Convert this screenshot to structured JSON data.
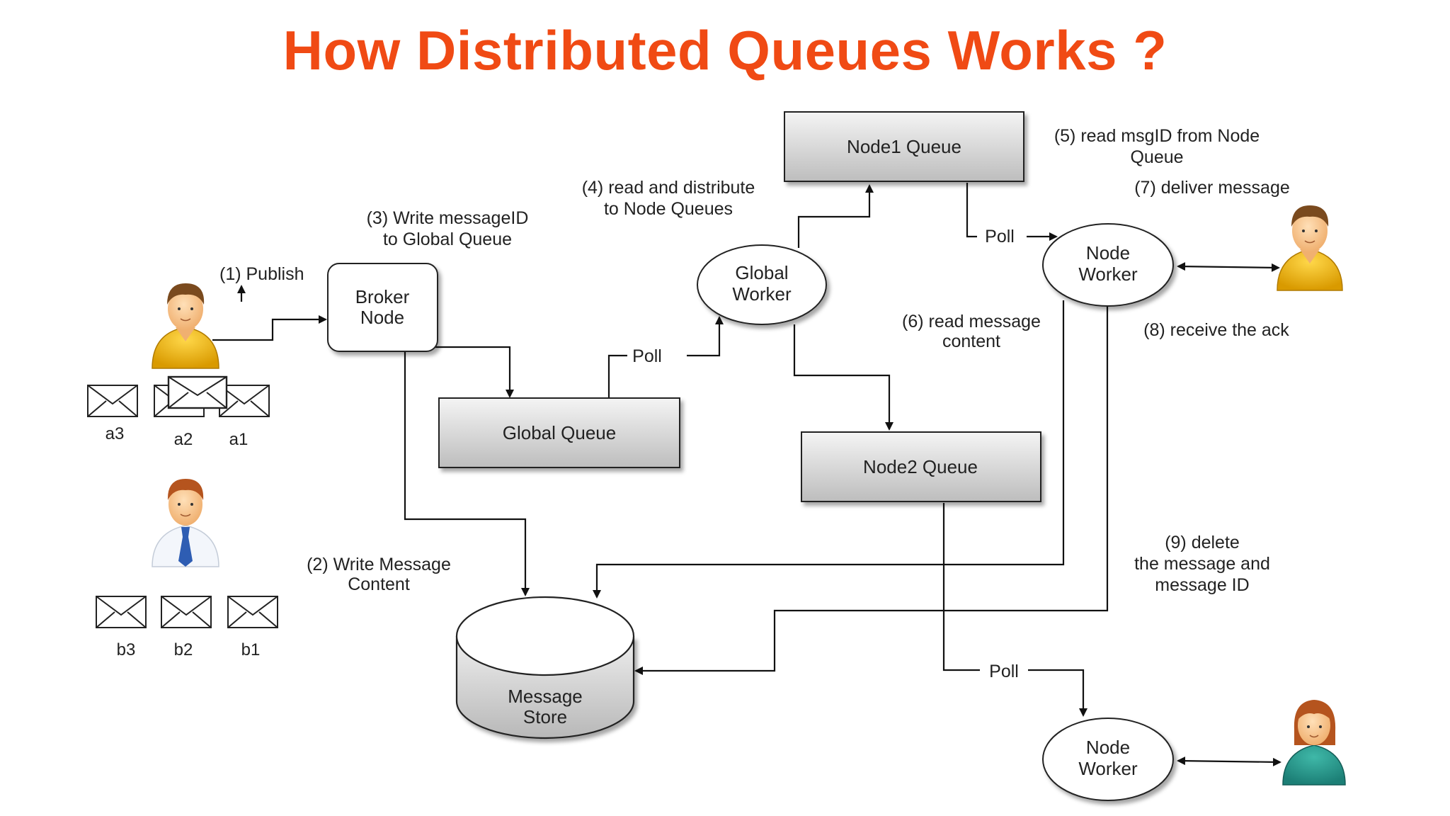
{
  "title": "How Distributed Queues Works ?",
  "nodes": {
    "broker": [
      "Broker",
      "Node"
    ],
    "global_queue": "Global Queue",
    "global_worker": [
      "Global",
      "Worker"
    ],
    "node1_queue": "Node1 Queue",
    "node2_queue": "Node2 Queue",
    "node_worker_1": [
      "Node",
      "Worker"
    ],
    "node_worker_2": [
      "Node",
      "Worker"
    ],
    "message_store": [
      "Message",
      "Store"
    ]
  },
  "steps": {
    "s1": "(1) Publish",
    "s2": [
      "(2) Write Message",
      "Content"
    ],
    "s3": [
      "(3) Write messageID",
      "to Global Queue"
    ],
    "s4": [
      "(4) read and distribute",
      "to Node Queues"
    ],
    "s5": [
      "(5) read msgID from Node",
      "Queue"
    ],
    "s6": [
      "(6) read message",
      "content"
    ],
    "s7": "(7) deliver message",
    "s8": "(8) receive the ack",
    "s9": [
      "(9) delete",
      "the message and",
      "message ID"
    ]
  },
  "poll_labels": [
    "Poll",
    "Poll",
    "Poll"
  ],
  "envelopes_a": [
    "a3",
    "a2",
    "a1"
  ],
  "envelopes_b": [
    "b3",
    "b2",
    "b1"
  ],
  "colors": {
    "title": "#f04a14"
  }
}
